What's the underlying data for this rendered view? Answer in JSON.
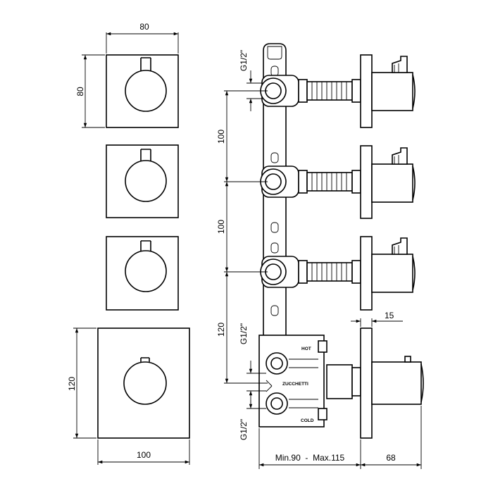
{
  "dimensions": {
    "plate_width": "80",
    "plate_height": "80",
    "plate_large_height": "120",
    "plate_large_width": "100",
    "spacing_1": "100",
    "spacing_2": "100",
    "spacing_3": "120",
    "thread_top": "G1/2\"",
    "thread_mid": "G1/2\"",
    "thread_bottom": "G1/2\"",
    "depth_range": "Min.90  -  Max.115",
    "projection": "68",
    "plate_thickness": "15"
  },
  "body_labels": {
    "hot": "HOT",
    "brand": "ZUCCHETTI",
    "cold": "COLD"
  }
}
